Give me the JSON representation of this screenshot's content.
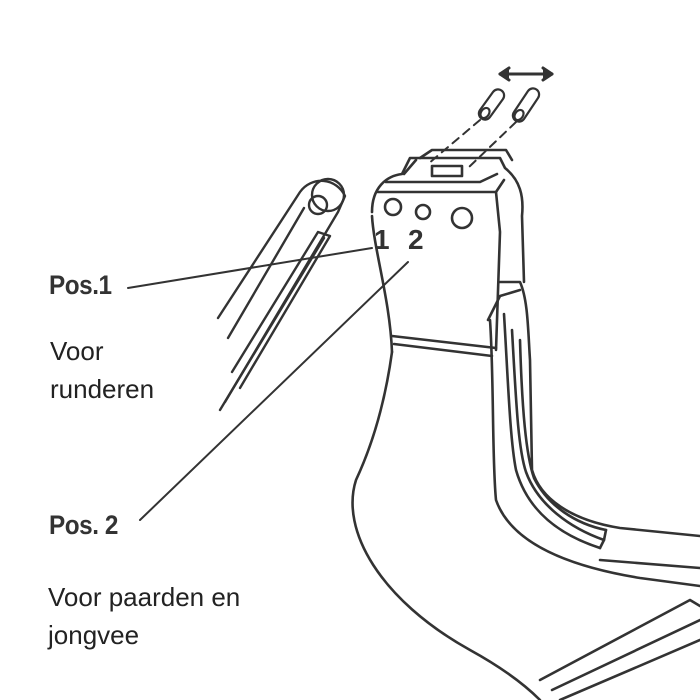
{
  "diagram": {
    "hole_numbers": [
      "1",
      "2"
    ],
    "positions": [
      {
        "label": "Pos.1",
        "description_lines": [
          "Voor",
          "runderen"
        ]
      },
      {
        "label": "Pos. 2",
        "description_lines": [
          "Voor paarden en",
          "jongvee"
        ]
      }
    ],
    "colors": {
      "line": "#333333",
      "background": "#ffffff"
    }
  }
}
